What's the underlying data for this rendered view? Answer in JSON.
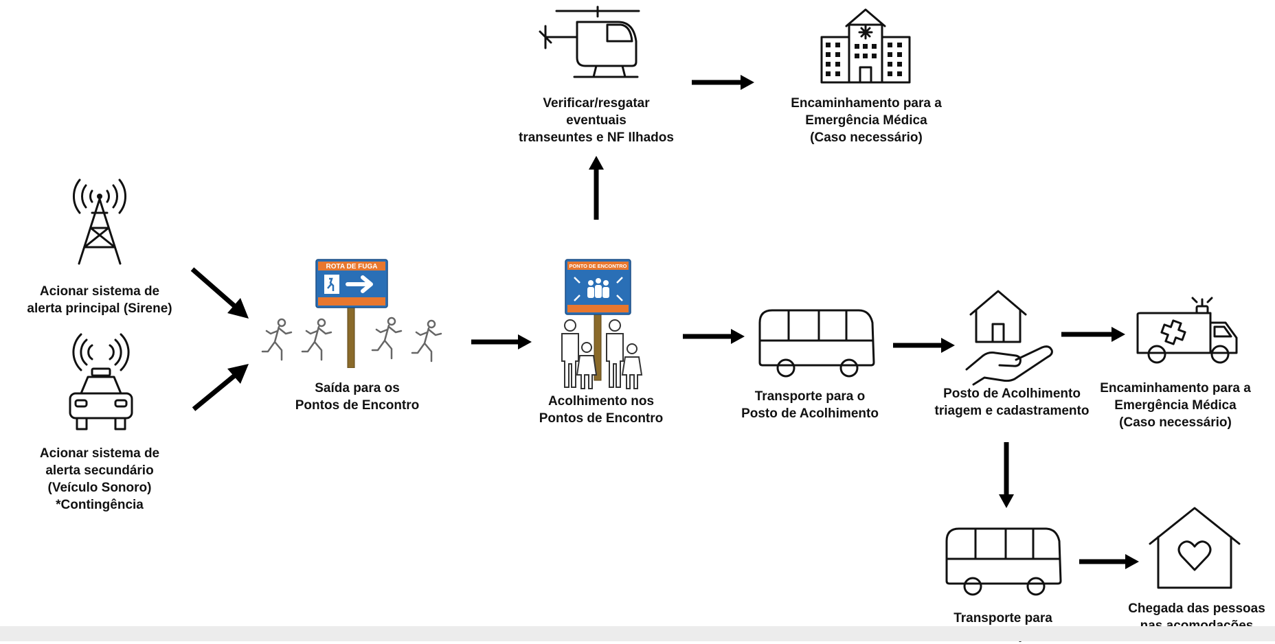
{
  "nodes": {
    "alerta_principal": {
      "icon": "radio-tower-icon",
      "lines": [
        "Acionar sistema de",
        "alerta principal (Sirene)"
      ]
    },
    "alerta_secundario": {
      "icon": "alarm-vehicle-icon",
      "lines": [
        "Acionar sistema de",
        "alerta secundário",
        "(Veículo Sonoro)",
        "*Contingência"
      ]
    },
    "saida": {
      "icon": "escape-route-sign-icon",
      "sign_title": "ROTA DE FUGA",
      "lines": [
        "Saída para os",
        "Pontos  de Encontro"
      ]
    },
    "acolhimento_pontos": {
      "icon": "meeting-point-sign-icon",
      "sign_title": "PONTO DE ENCONTRO",
      "lines": [
        "Acolhimento nos",
        "Pontos  de Encontro"
      ]
    },
    "resgate": {
      "icon": "helicopter-icon",
      "lines": [
        "Verificar/resgatar",
        "eventuais",
        "transeuntes  e NF Ilhados"
      ]
    },
    "emergencia_top": {
      "icon": "hospital-icon",
      "lines": [
        "Encaminhamento para a",
        "Emergência Médica",
        "(Caso  necessário)"
      ]
    },
    "transporte_posto": {
      "icon": "bus-icon",
      "lines": [
        "Transporte  para o",
        "Posto  de Acolhimento"
      ]
    },
    "posto_acolhimento": {
      "icon": "shelter-hand-icon",
      "lines": [
        "Posto  de Acolhimento",
        "triagem e cadastramento"
      ]
    },
    "emergencia_right": {
      "icon": "ambulance-icon",
      "lines": [
        "Encaminhamento para a",
        "Emergência Médica",
        "(Caso  necessário)"
      ]
    },
    "transporte_acomodacoes": {
      "icon": "bus-icon",
      "lines": [
        "Transporte  para",
        "acomodações"
      ]
    },
    "chegada": {
      "icon": "home-heart-icon",
      "lines": [
        "Chegada das pessoas",
        "nas acomodações"
      ]
    }
  },
  "edges": [
    {
      "from": "alerta_principal",
      "to": "saida"
    },
    {
      "from": "alerta_secundario",
      "to": "saida"
    },
    {
      "from": "saida",
      "to": "acolhimento_pontos"
    },
    {
      "from": "acolhimento_pontos",
      "to": "resgate"
    },
    {
      "from": "resgate",
      "to": "emergencia_top"
    },
    {
      "from": "acolhimento_pontos",
      "to": "transporte_posto"
    },
    {
      "from": "transporte_posto",
      "to": "posto_acolhimento"
    },
    {
      "from": "posto_acolhimento",
      "to": "emergencia_right"
    },
    {
      "from": "posto_acolhimento",
      "to": "transporte_acomodacoes"
    },
    {
      "from": "transporte_acomodacoes",
      "to": "chegada"
    }
  ]
}
